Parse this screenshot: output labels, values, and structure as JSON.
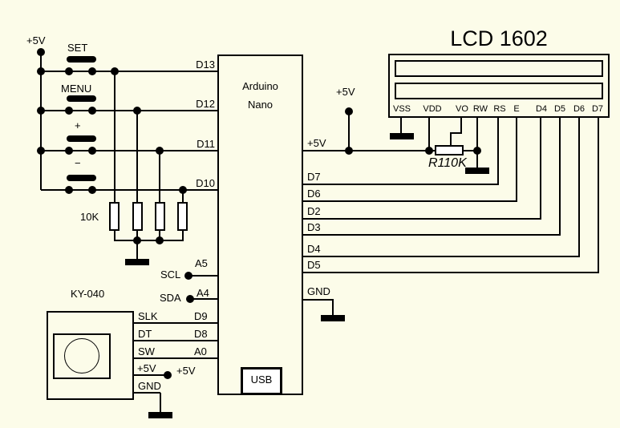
{
  "colors": {
    "background": "#FCFCE9",
    "stroke": "#000000",
    "component_fill": "#FFFFFF"
  },
  "power": {
    "top_left": "+5V",
    "arduino_pin": "+5V",
    "arduino_terminal": "+5V",
    "encoder_terminal": "+5V"
  },
  "buttons": {
    "set": "SET",
    "menu": "MENU",
    "plus": "+",
    "minus": "−"
  },
  "pullup": {
    "label": "10K"
  },
  "i2c": {
    "scl": "SCL",
    "sda": "SDA"
  },
  "arduino": {
    "title_line1": "Arduino",
    "title_line2": "Nano",
    "usb": "USB",
    "left_pins": {
      "d13": "D13",
      "d12": "D12",
      "d11": "D11",
      "d10": "D10",
      "a5": "A5",
      "a4": "A4",
      "d9": "D9",
      "d8": "D8",
      "a0": "A0"
    },
    "right_pins": {
      "d7": "D7",
      "d6": "D6",
      "d2": "D2",
      "d3": "D3",
      "d4": "D4",
      "d5": "D5",
      "gnd": "GND"
    }
  },
  "lcd": {
    "title": "LCD 1602",
    "pins": [
      "VSS",
      "VDD",
      "VO",
      "RW",
      "RS",
      "E",
      "D4",
      "D5",
      "D6",
      "D7"
    ]
  },
  "pot": {
    "label": "R110K"
  },
  "encoder": {
    "title": "KY-040",
    "pins": {
      "slk": "SLK",
      "dt": "DT",
      "sw": "SW",
      "p5v": "+5V",
      "gnd": "GND"
    }
  }
}
